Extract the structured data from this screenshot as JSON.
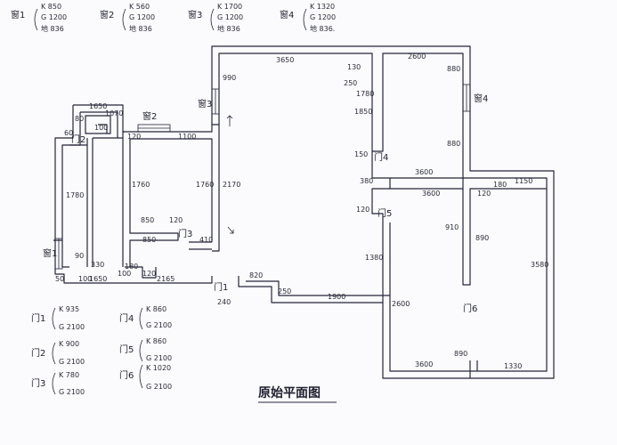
{
  "title": "原始平面图",
  "windows": [
    {
      "name": "窗1",
      "k": "K 850",
      "g": "G 1200",
      "h": "地 836"
    },
    {
      "name": "窗2",
      "k": "K 560",
      "g": "G 1200",
      "h": "地 836"
    },
    {
      "name": "窗3",
      "k": "K 1700",
      "g": "G 1200",
      "h": "地 836"
    },
    {
      "name": "窗4",
      "k": "K 1320",
      "g": "G 1200",
      "h": "地 836."
    }
  ],
  "doors": [
    {
      "name": "门1",
      "k": "K 935",
      "g": "G 2100"
    },
    {
      "name": "门2",
      "k": "K 900",
      "g": "G 2100"
    },
    {
      "name": "门3",
      "k": "K 780",
      "g": "G 2100"
    },
    {
      "name": "门4",
      "k": "K 860",
      "g": "G 2100"
    },
    {
      "name": "门5",
      "k": "K 860",
      "g": "G 2100"
    },
    {
      "name": "门6",
      "k": "K 1020",
      "g": "G 2100"
    }
  ],
  "plan_labels": {
    "win1": "窗1",
    "win2": "窗2",
    "win3": "窗3",
    "win4": "窗4",
    "door1": "门1",
    "door2": "门2",
    "door3": "门3",
    "door4": "门4",
    "door5": "门5",
    "door6": "门6"
  },
  "dimensions": {
    "d1": "1650",
    "d2": "1070",
    "d3": "120",
    "d4": "1100",
    "d5": "1760",
    "d6": "1760",
    "d7": "2170",
    "d8": "1780",
    "d9": "850",
    "d10": "850",
    "d11": "120",
    "d12": "410",
    "d13": "1650",
    "d14": "2165",
    "d15": "3650",
    "d16": "990",
    "d17": "130",
    "d18": "250",
    "d19": "1780",
    "d20": "1850",
    "d21": "2600",
    "d22": "880",
    "d23": "880",
    "d24": "3600",
    "d25": "3600",
    "d26": "180",
    "d27": "1150",
    "d28": "910",
    "d29": "890",
    "d30": "3580",
    "d31": "1380",
    "d32": "2600",
    "d33": "3600",
    "d34": "890",
    "d35": "1330",
    "d36": "820",
    "d37": "250",
    "d38": "1900",
    "d39": "240",
    "d40": "120",
    "d41": "180",
    "d42": "100",
    "d43": "330",
    "d44": "90",
    "d45": "380",
    "d46": "120",
    "d47": "150",
    "d48": "120",
    "d49": "50",
    "d50": "100",
    "d51": "60",
    "d52": "80",
    "d53": "100"
  }
}
